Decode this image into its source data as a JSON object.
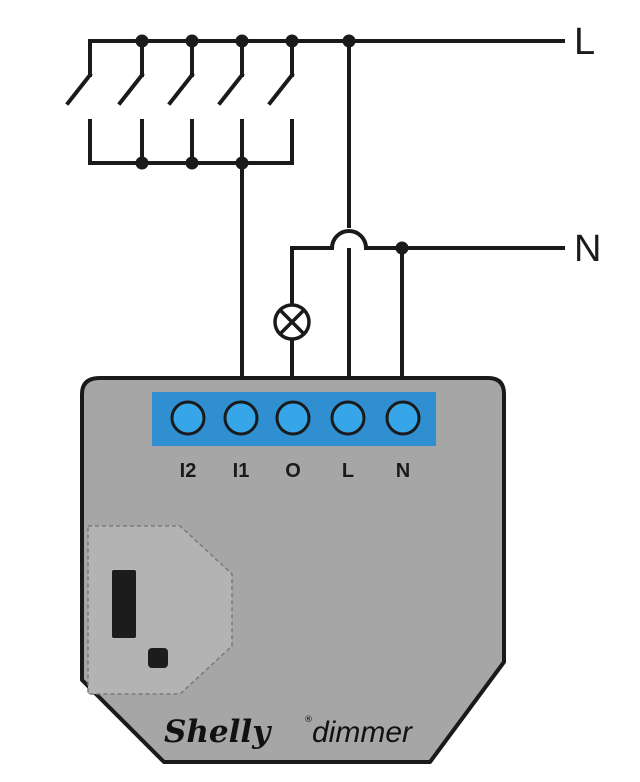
{
  "lines": {
    "phase_label": "L",
    "neutral_label": "N"
  },
  "device": {
    "brand": "Shelly",
    "brand_mark": "®",
    "product": "dimmer",
    "terminals": [
      "I2",
      "I1",
      "O",
      "L",
      "N"
    ]
  },
  "colors": {
    "wire": "#1a1a1a",
    "device_body": "#a6a6a6",
    "terminal_block": "#2f8fd0",
    "terminal_screw": "#36a6e8",
    "button_panel": "#b3b3b3",
    "button": "#1c1c1c"
  },
  "icons": {
    "switches": "push-button-switch-icon",
    "lamp": "lamp-icon",
    "wire_crossing": "wire-crossover-icon"
  }
}
